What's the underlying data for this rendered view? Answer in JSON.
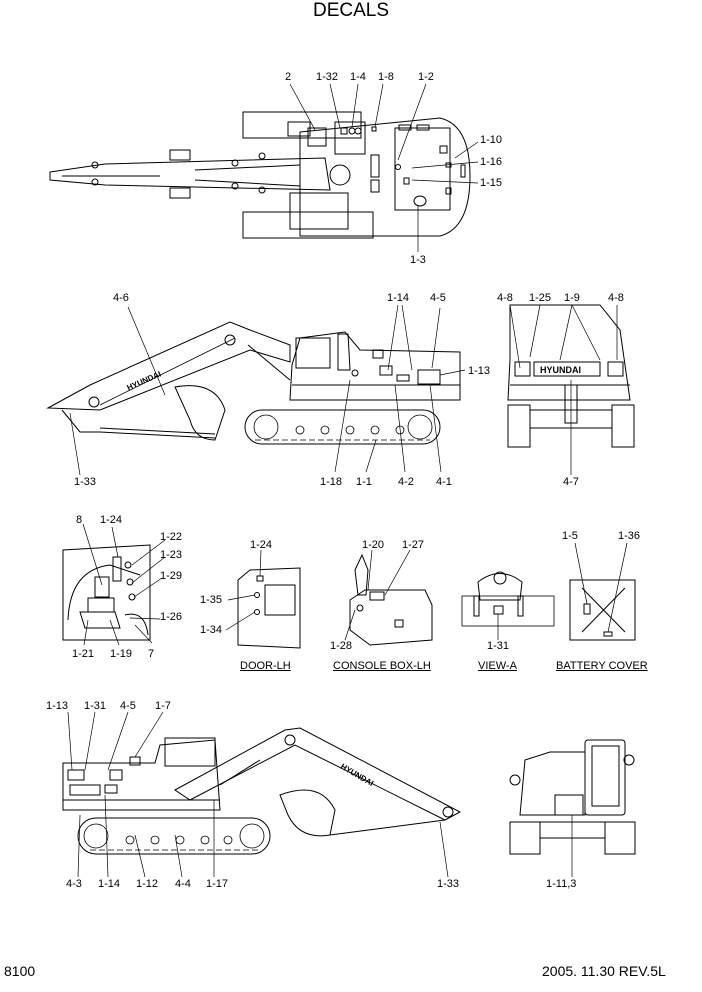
{
  "title": "DECALS",
  "page_number": "8100",
  "revision": "2005. 11.30  REV.5L",
  "brand_text": "HYUNDAI",
  "view_captions": {
    "door_lh": "DOOR-LH",
    "console_box_lh": "CONSOLE BOX-LH",
    "view_a": "VIEW-A",
    "battery_cover": "BATTERY COVER"
  },
  "callouts": {
    "top": {
      "c2": "2",
      "c1_32": "1-32",
      "c1_4": "1-4",
      "c1_8": "1-8",
      "c1_2": "1-2",
      "c1_10": "1-10",
      "c1_16": "1-16",
      "c1_15": "1-15",
      "c1_3": "1-3"
    },
    "left_side": {
      "c4_6": "4-6",
      "c1_14": "1-14",
      "c4_5": "4-5",
      "c1_13": "1-13",
      "c1_33": "1-33",
      "c1_18": "1-18",
      "c1_1": "1-1",
      "c4_2": "4-2",
      "c4_1": "4-1"
    },
    "rear": {
      "c4_8a": "4-8",
      "c1_25": "1-25",
      "c1_9": "1-9",
      "c4_8b": "4-8",
      "c4_7": "4-7"
    },
    "cab_interior": {
      "c8": "8",
      "c1_24": "1-24",
      "c1_22": "1-22",
      "c1_23": "1-23",
      "c1_29": "1-29",
      "c1_26": "1-26",
      "c1_21": "1-21",
      "c1_19": "1-19",
      "c7": "7"
    },
    "door": {
      "c1_24": "1-24",
      "c1_35": "1-35",
      "c1_34": "1-34"
    },
    "console": {
      "c1_20": "1-20",
      "c1_27": "1-27",
      "c1_28": "1-28"
    },
    "view_a": {
      "c1_31": "1-31"
    },
    "battery": {
      "c1_5": "1-5",
      "c1_36": "1-36"
    },
    "right_side": {
      "c1_13": "1-13",
      "c1_31": "1-31",
      "c4_5": "4-5",
      "c1_7": "1-7",
      "c4_3": "4-3",
      "c1_14": "1-14",
      "c1_12": "1-12",
      "c4_4": "4-4",
      "c1_17": "1-17",
      "c1_33": "1-33"
    },
    "front": {
      "c1_11_3": "1-11,3"
    }
  }
}
